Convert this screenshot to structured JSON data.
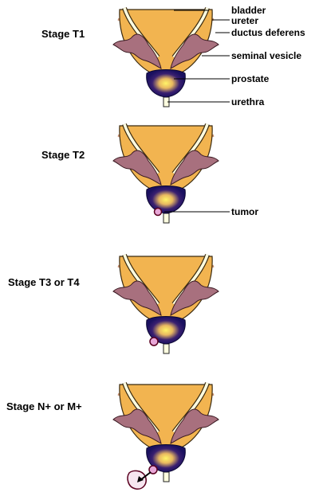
{
  "stages": [
    {
      "label": "Stage T1",
      "tumor": "none"
    },
    {
      "label": "Stage T2",
      "tumor": "inside"
    },
    {
      "label": "Stage T3 or T4",
      "tumor": "edge"
    },
    {
      "label": "Stage N+ or M+",
      "tumor": "metastasis"
    }
  ],
  "callouts": {
    "bladder": "bladder",
    "ureter": "ureter",
    "ductus": "ductus deferens",
    "vesicle": "seminal vesicle",
    "prostate": "prostate",
    "urethra": "urethra",
    "tumor": "tumor"
  },
  "colors": {
    "bladder": "#F2B450",
    "bladder_outline": "#3A2A10",
    "ureter": "#FFFFE0",
    "vesicle": "#A8707E",
    "vesicle_outline": "#3A1A22",
    "prostate_dark": "#1A1060",
    "prostate_glow": "#FFF060",
    "tumor": "#E8A8D8",
    "tumor_outline": "#5A0020",
    "urethra": "#FFFFE0"
  }
}
